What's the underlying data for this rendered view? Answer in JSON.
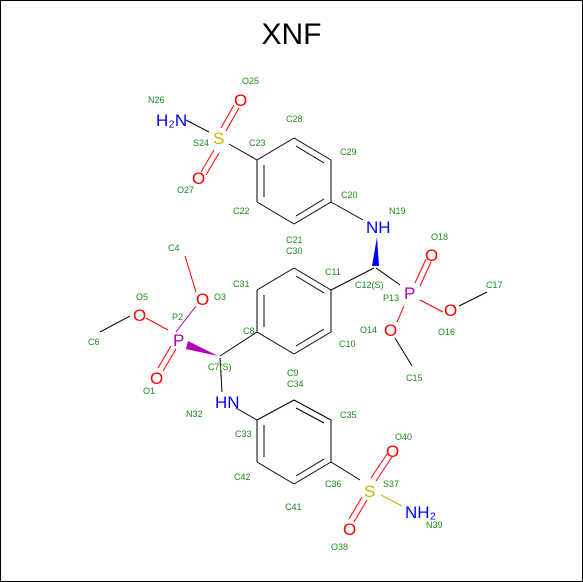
{
  "title": "XNF",
  "colors": {
    "carbon_bond": "#000000",
    "oxygen": "#ff0000",
    "nitrogen": "#0000ff",
    "sulfur": "#c8b400",
    "phosphorus": "#b000b0",
    "label": "#1a8c1a"
  },
  "atom_symbols": {
    "h2n_top": "H₂N",
    "s_top": "S",
    "o_a": "O",
    "o_b": "O",
    "nh_top": "NH",
    "p_right": "P",
    "o_c": "O",
    "o_d": "O",
    "o_e": "O",
    "p_left": "P",
    "o_f": "O",
    "o_g": "O",
    "o_h": "O",
    "hn_bottom": "HN",
    "s_bottom": "S",
    "o_i": "O",
    "o_j": "O",
    "nh2_bottom": "NH₂"
  },
  "labels": {
    "n26": "N26",
    "o25": "O25",
    "c28": "C28",
    "s24": "S24",
    "c23": "C23",
    "c29": "C29",
    "o27": "O27",
    "c22": "C22",
    "c20": "C20",
    "n19": "N19",
    "c21c30": "C21\nC30",
    "o18": "O18",
    "c4": "C4",
    "c31": "C31",
    "c11": "C11",
    "c12s": "C12(S)",
    "p13": "P13",
    "c17": "C17",
    "o5": "O5",
    "o3": "O3",
    "p2": "P2",
    "c8": "C8",
    "o14": "O14",
    "o16": "O16",
    "c6": "C6",
    "c10": "C10",
    "c7s": "C7(S)",
    "o1": "O1",
    "c9c34": "C9\nC34",
    "c15": "C15",
    "n32": "N32",
    "c35": "C35",
    "c33": "C33",
    "o40": "O40",
    "c42": "C42",
    "c36": "C36",
    "s37": "S37",
    "c41": "C41",
    "n39": "N39",
    "o38": "O38"
  }
}
